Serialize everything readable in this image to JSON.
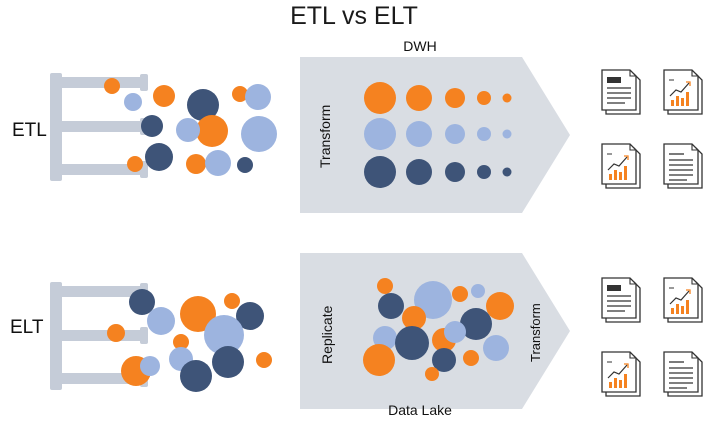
{
  "title": "ETL vs ELT",
  "colors": {
    "orange": "#F58220",
    "light_blue": "#9DB4DF",
    "navy": "#3E5478",
    "gray_shape": "#D9DDE3",
    "pipe": "#C5CCD8",
    "doc_stroke": "#333333"
  },
  "etl": {
    "row_label": "ETL",
    "container_label": "DWH",
    "process_label": "Transform",
    "icons": [
      "document-icon",
      "chart-document-icon",
      "chart-document-icon",
      "text-document-icon"
    ]
  },
  "elt": {
    "row_label": "ELT",
    "container_label": "Data Lake",
    "process_label_left": "Replicate",
    "process_label_right": "Transform",
    "icons": [
      "document-icon",
      "chart-document-icon",
      "chart-document-icon",
      "text-document-icon"
    ]
  }
}
